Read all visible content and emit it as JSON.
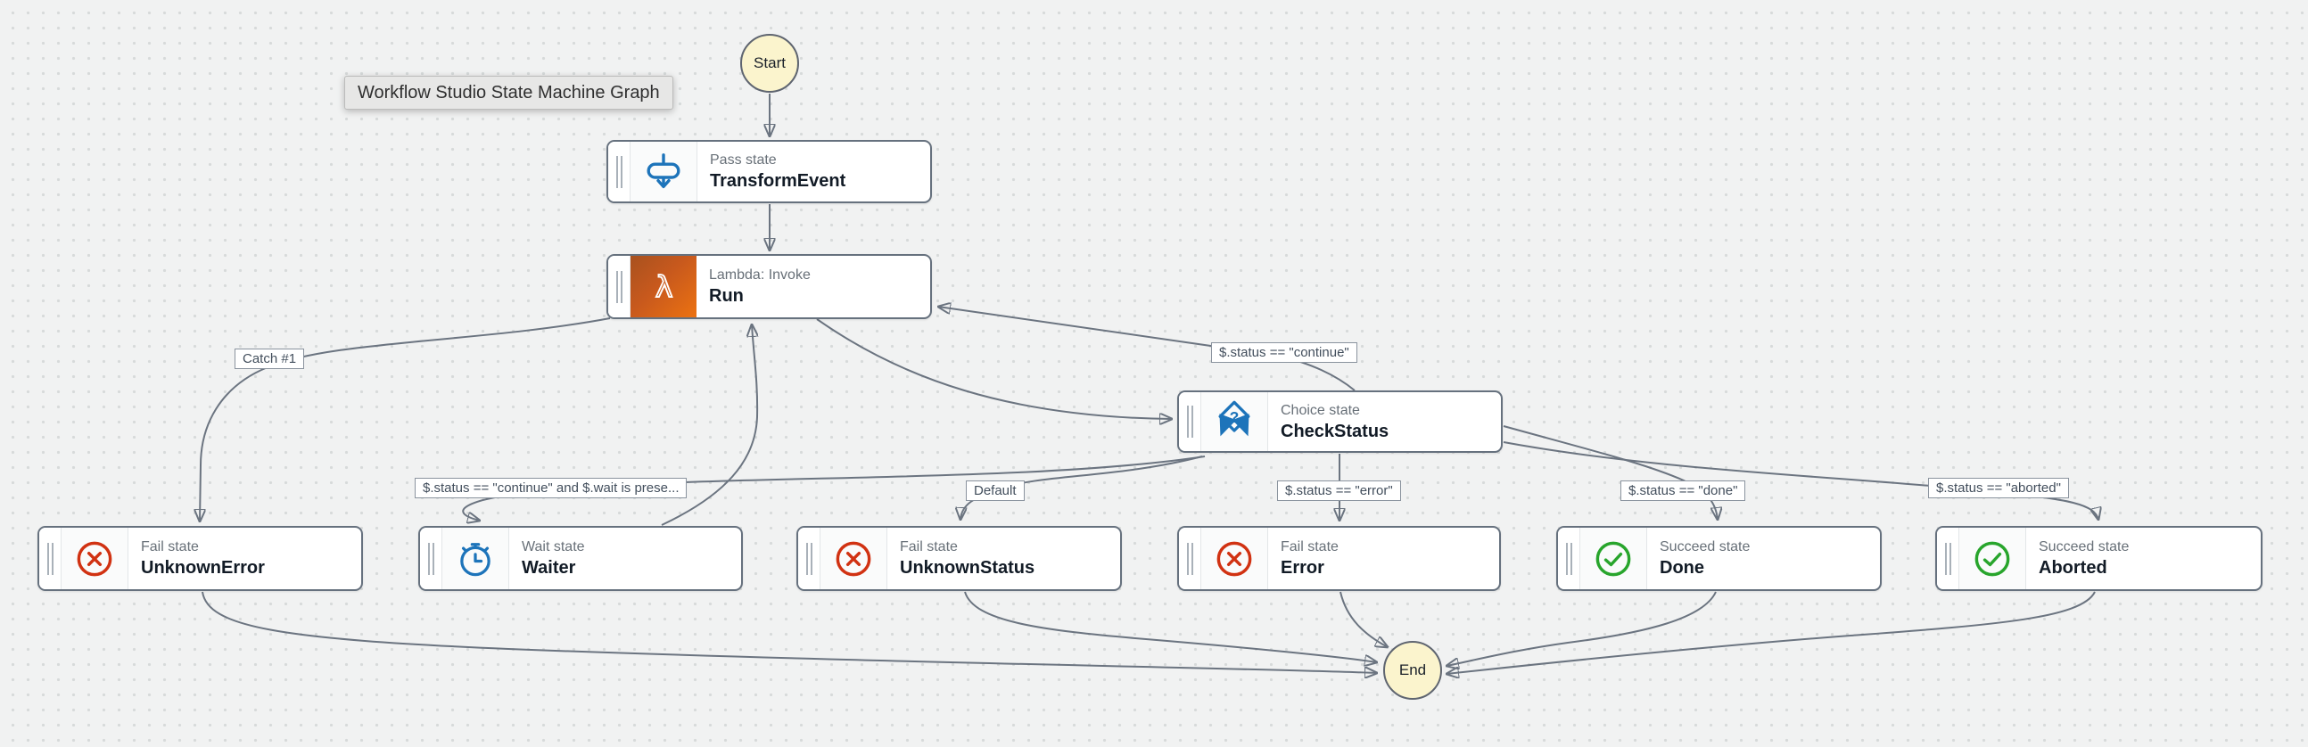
{
  "canvas": {
    "tooltip": "Workflow Studio State Machine Graph",
    "start_label": "Start",
    "end_label": "End"
  },
  "nodes": [
    {
      "id": "transform-event",
      "type_label": "Pass state",
      "name": "TransformEvent",
      "icon": "pass-icon"
    },
    {
      "id": "run",
      "type_label": "Lambda: Invoke",
      "name": "Run",
      "icon": "lambda-icon"
    },
    {
      "id": "check-status",
      "type_label": "Choice state",
      "name": "CheckStatus",
      "icon": "choice-icon"
    },
    {
      "id": "unknown-error",
      "type_label": "Fail state",
      "name": "UnknownError",
      "icon": "fail-icon"
    },
    {
      "id": "waiter",
      "type_label": "Wait state",
      "name": "Waiter",
      "icon": "wait-icon"
    },
    {
      "id": "unknown-status",
      "type_label": "Fail state",
      "name": "UnknownStatus",
      "icon": "fail-icon"
    },
    {
      "id": "error",
      "type_label": "Fail state",
      "name": "Error",
      "icon": "fail-icon"
    },
    {
      "id": "done",
      "type_label": "Succeed state",
      "name": "Done",
      "icon": "succeed-icon"
    },
    {
      "id": "aborted",
      "type_label": "Succeed state",
      "name": "Aborted",
      "icon": "succeed-icon"
    }
  ],
  "edge_labels": {
    "catch1": "Catch #1",
    "continue_rule": "$.status == \"continue\"",
    "continue_wait_rule": "$.status == \"continue\" and $.wait is prese...",
    "default_rule": "Default",
    "error_rule": "$.status == \"error\"",
    "done_rule": "$.status == \"done\"",
    "aborted_rule": "$.status == \"aborted\""
  },
  "connections": [
    {
      "from": "Start",
      "to": "TransformEvent",
      "label": ""
    },
    {
      "from": "TransformEvent",
      "to": "Run",
      "label": ""
    },
    {
      "from": "Run",
      "to": "CheckStatus",
      "label": ""
    },
    {
      "from": "Run",
      "to": "UnknownError",
      "label": "Catch #1"
    },
    {
      "from": "CheckStatus",
      "to": "Run",
      "label": "$.status == \"continue\""
    },
    {
      "from": "CheckStatus",
      "to": "Waiter",
      "label": "$.status == \"continue\" and $.wait is prese..."
    },
    {
      "from": "Waiter",
      "to": "Run",
      "label": ""
    },
    {
      "from": "CheckStatus",
      "to": "UnknownStatus",
      "label": "Default"
    },
    {
      "from": "CheckStatus",
      "to": "Error",
      "label": "$.status == \"error\""
    },
    {
      "from": "CheckStatus",
      "to": "Done",
      "label": "$.status == \"done\""
    },
    {
      "from": "CheckStatus",
      "to": "Aborted",
      "label": "$.status == \"aborted\""
    },
    {
      "from": "UnknownError",
      "to": "End",
      "label": ""
    },
    {
      "from": "UnknownStatus",
      "to": "End",
      "label": ""
    },
    {
      "from": "Error",
      "to": "End",
      "label": ""
    },
    {
      "from": "Done",
      "to": "End",
      "label": ""
    },
    {
      "from": "Aborted",
      "to": "End",
      "label": ""
    }
  ],
  "colors": {
    "canvas_bg": "#f1f2f2",
    "grid_dot": "#d7dada",
    "node_border": "#66717e",
    "edge_gray": "#6b7480",
    "terminal_fill": "#fbf4cd",
    "state_blue": "#1d74ba",
    "fail_red": "#d13212",
    "succeed_green": "#28a52c",
    "lambda_orange": "#ec7211",
    "type_label_gray": "#687078",
    "name_text": "#121b26"
  }
}
